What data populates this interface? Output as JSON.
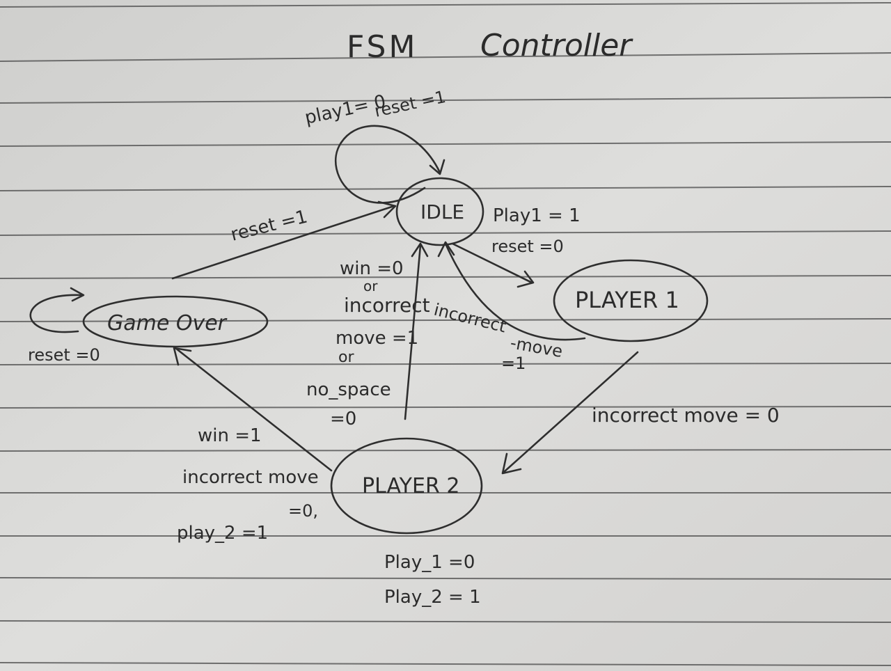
{
  "title": {
    "left": "FSM",
    "right": "Controller"
  },
  "states": {
    "idle": "IDLE",
    "player1": "PLAYER 1",
    "player2": "PLAYER 2",
    "game_over": "Game Over"
  },
  "labels": {
    "idle_self_play": "play1= 0",
    "idle_self_reset": "reset =1",
    "idle_to_p1_play": "Play1 = 1",
    "idle_to_p1_reset": "reset =0",
    "gameover_to_idle": "reset =1",
    "gameover_self": "reset =0",
    "p2_to_idle_1": "win =0",
    "p2_to_idle_2": "or",
    "p2_to_idle_3": "incorrect",
    "p2_to_idle_4": "move =1",
    "p2_to_idle_5": "or",
    "p2_to_idle_6": "no_space",
    "p2_to_idle_7": "=0",
    "p1_to_idle_1": "incorrect",
    "p1_to_idle_2": "-move",
    "p1_to_idle_3": "=1",
    "p1_to_p2": "incorrect move = 0",
    "p2_to_gameover_1": "win =1",
    "p2_to_gameover_2": "incorrect move",
    "p2_to_gameover_3": "=0,",
    "p2_to_gameover_4": "play_2 =1",
    "p2_out_1": "Play_1 =0",
    "p2_out_2": "Play_2 = 1"
  },
  "colors": {
    "paper": "#d9d8d6",
    "ink": "#2b2b2b",
    "rules": "#4a4a4a"
  }
}
